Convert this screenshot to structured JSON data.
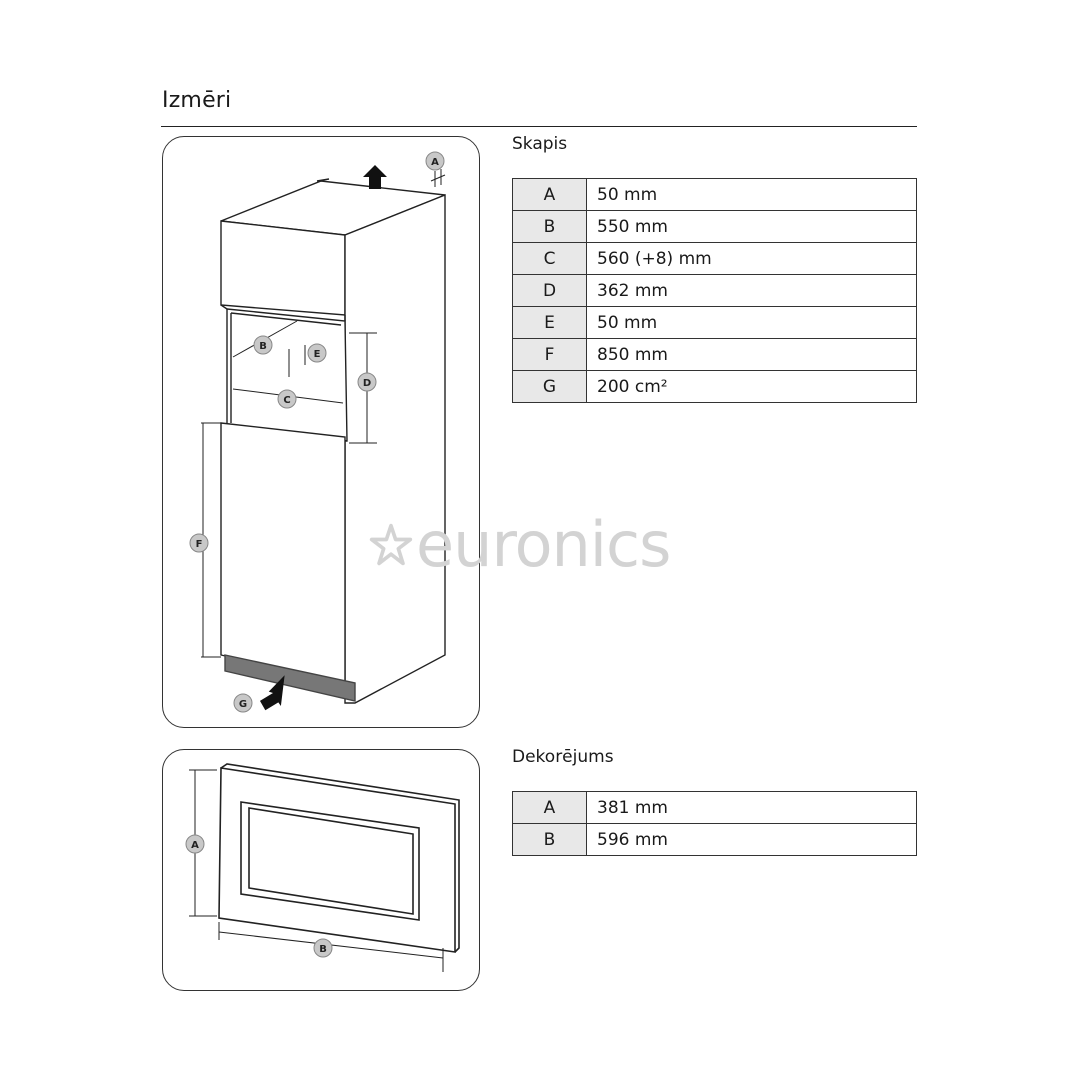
{
  "page_title": "Izmēri",
  "watermark": "euronics",
  "cabinet": {
    "title": "Skapis",
    "rows": [
      {
        "key": "A",
        "value": "50 mm"
      },
      {
        "key": "B",
        "value": "550 mm"
      },
      {
        "key": "C",
        "value": "560 (+8) mm"
      },
      {
        "key": "D",
        "value": "362 mm"
      },
      {
        "key": "E",
        "value": "50 mm"
      },
      {
        "key": "F",
        "value": "850 mm"
      },
      {
        "key": "G",
        "value": "200 cm²"
      }
    ]
  },
  "decor": {
    "title": "Dekorējums",
    "rows": [
      {
        "key": "A",
        "value": "381 mm"
      },
      {
        "key": "B",
        "value": "596 mm"
      }
    ]
  },
  "diagram_labels": {
    "cabinet": [
      "A",
      "B",
      "C",
      "D",
      "E",
      "F",
      "G"
    ],
    "decor": [
      "A",
      "B"
    ]
  }
}
